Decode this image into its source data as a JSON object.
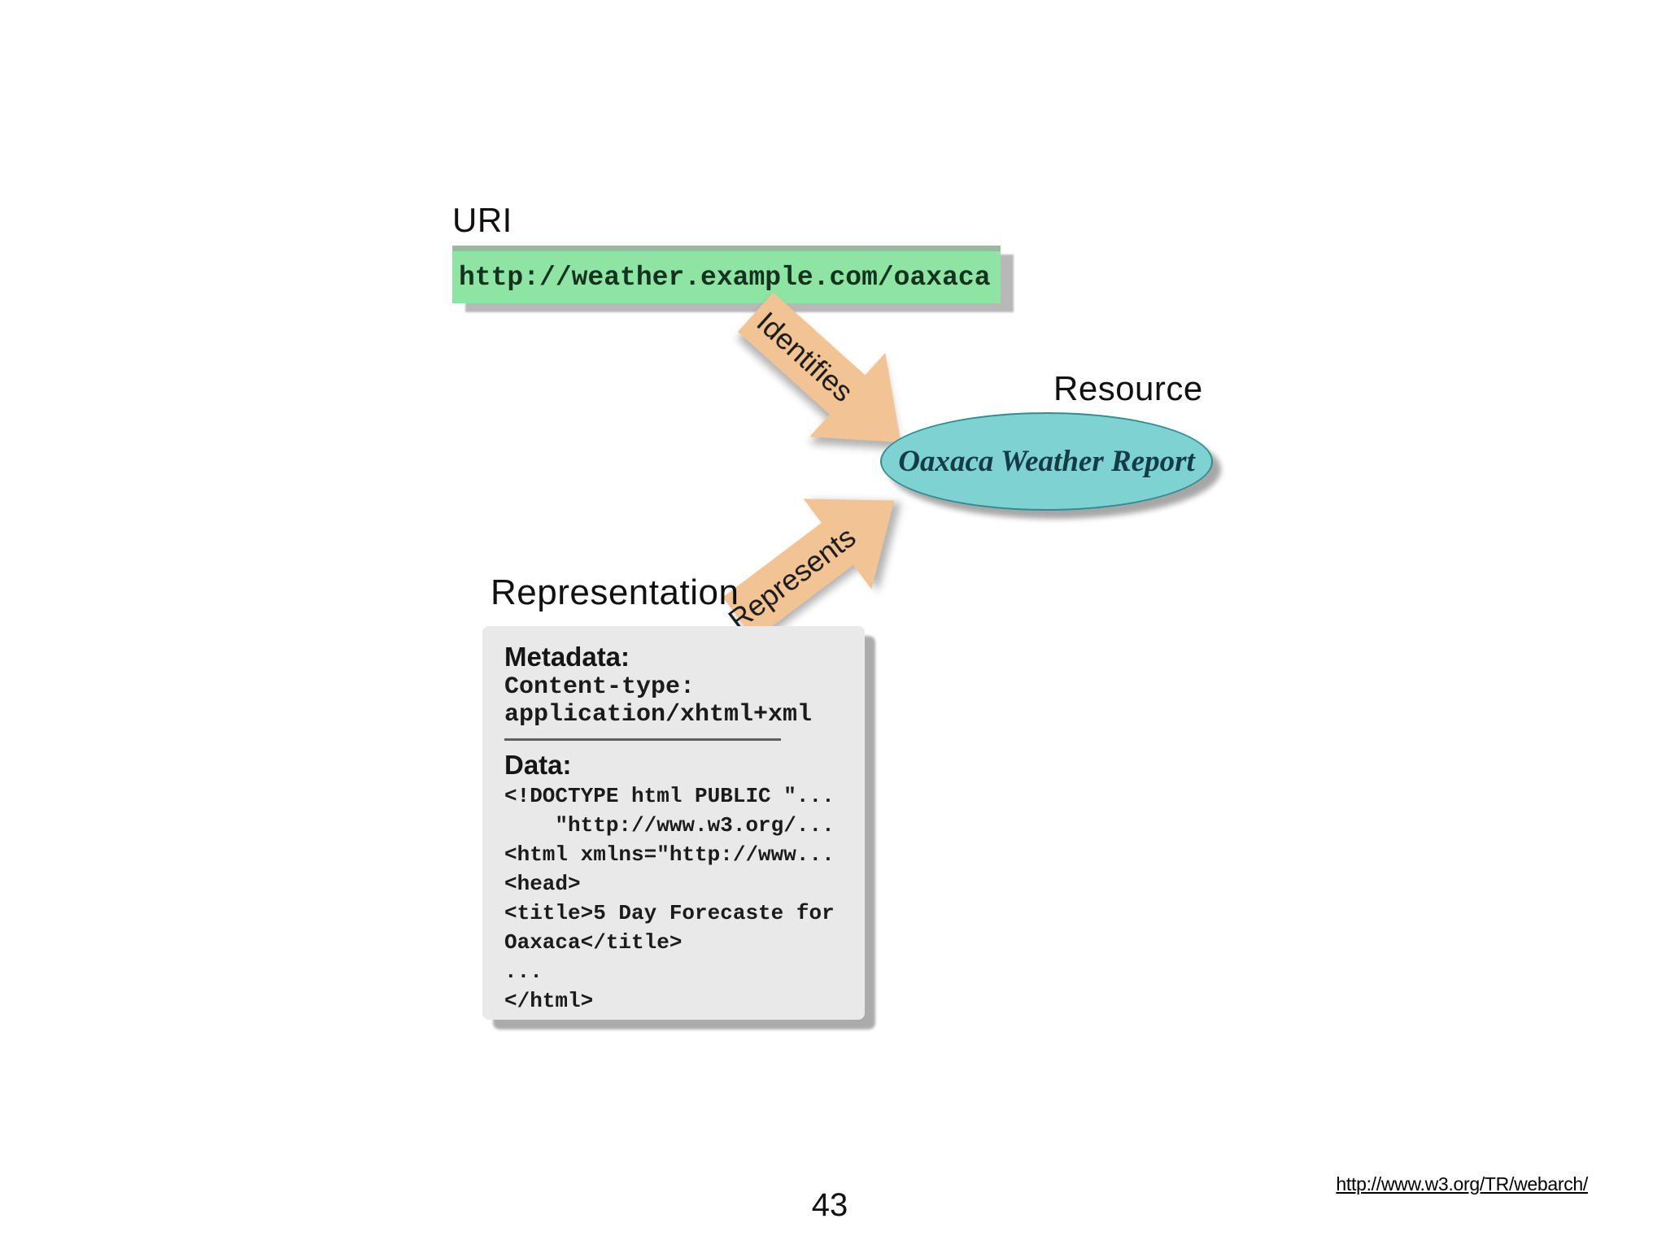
{
  "diagram": {
    "uri": {
      "label": "URI",
      "value": "http://weather.example.com/oaxaca"
    },
    "identifies_label": "Identifies",
    "represents_label": "Represents",
    "resource": {
      "label": "Resource",
      "name": "Oaxaca Weather Report"
    },
    "representation": {
      "label": "Representation",
      "metadata_title": "Metadata:",
      "metadata_lines": [
        "Content-type:",
        "application/xhtml+xml"
      ],
      "data_title": "Data:",
      "code_lines": [
        "<!DOCTYPE html PUBLIC \"...",
        "    \"http://www.w3.org/...",
        "<html xmlns=\"http://www...",
        "<head>",
        "<title>5 Day Forecaste for",
        "Oaxaca</title>",
        "...",
        "</html>"
      ]
    },
    "colors": {
      "uri_box_bg": "#8ee4a3",
      "arrow_fill": "#f2c493",
      "resource_ellipse_bg": "#7ed2d2",
      "representation_box_bg": "#e9e9e9"
    }
  },
  "footer": {
    "page_number": "43",
    "link": "http://www.w3.org/TR/webarch/"
  }
}
